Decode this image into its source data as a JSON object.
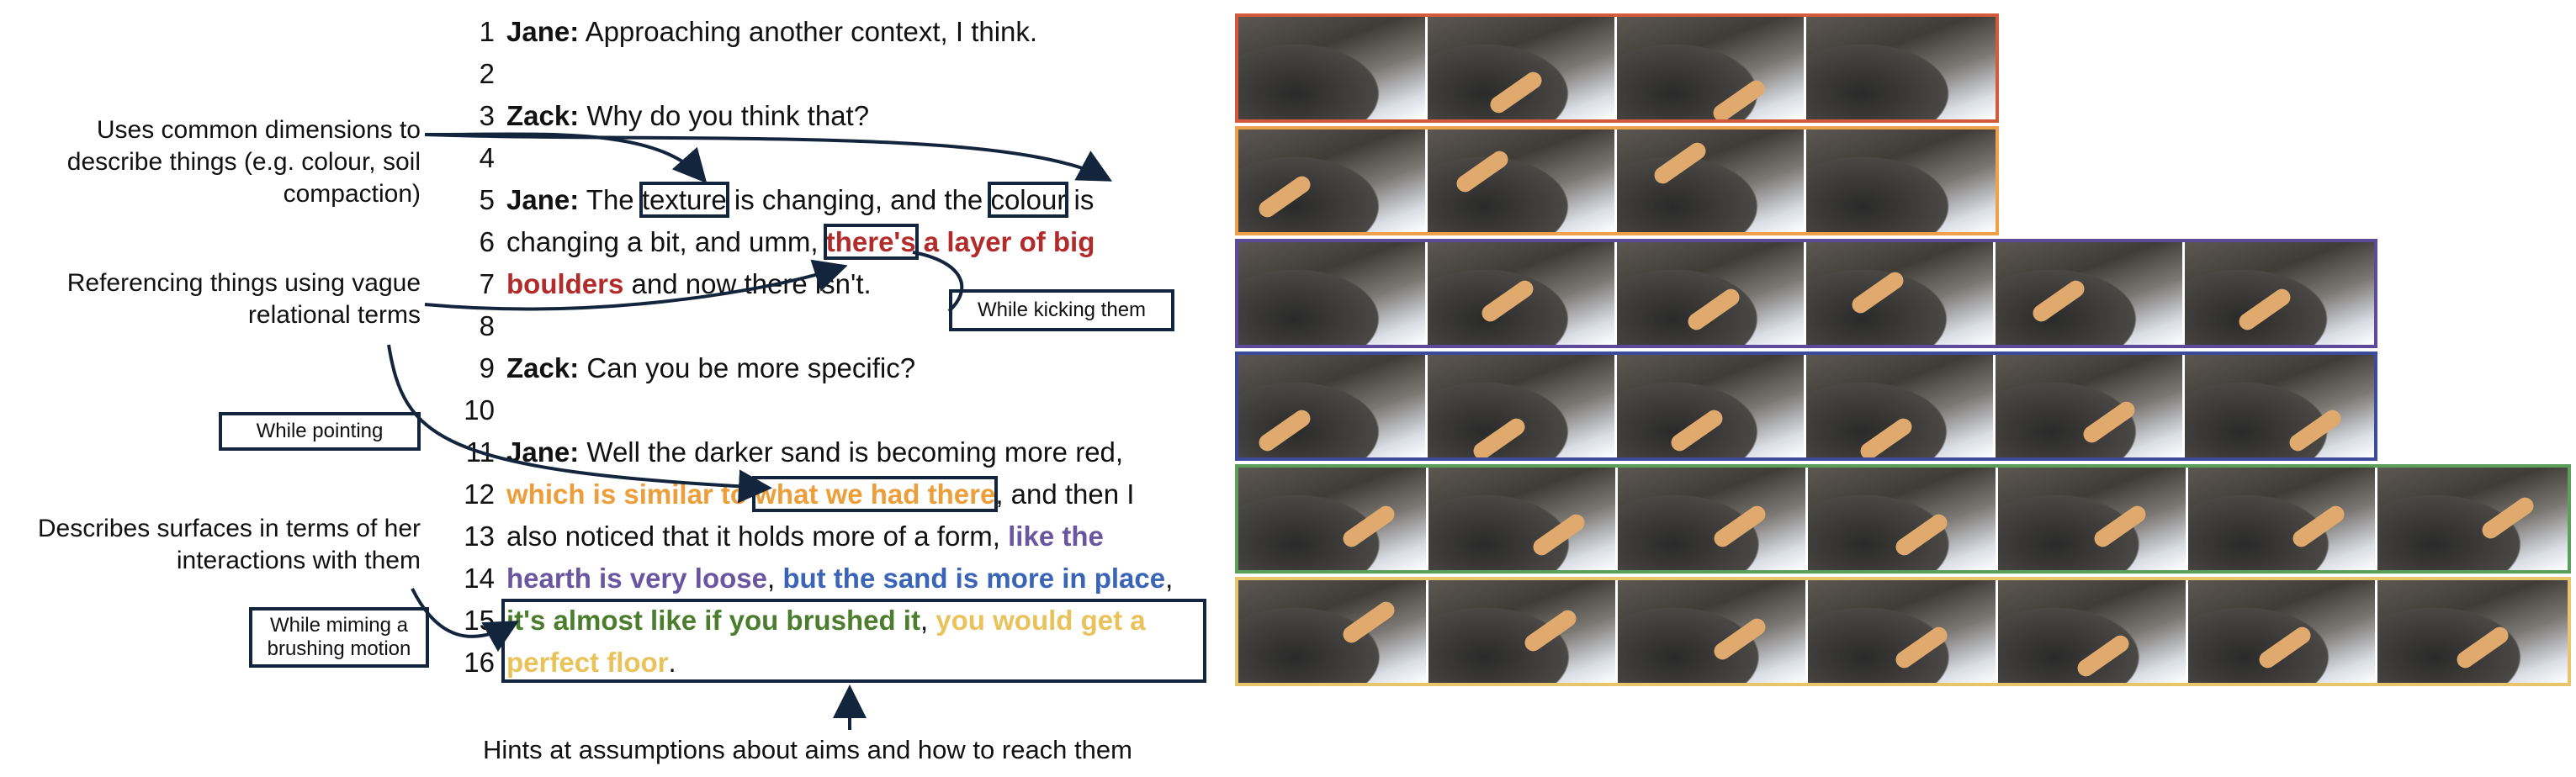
{
  "annotations": {
    "a1": "Uses common dimensions to describe things (e.g. colour, soil compaction)",
    "a2": "Referencing things using vague relational terms",
    "a3": "Describes surfaces in terms of her interactions with them"
  },
  "captions": {
    "kicking": "While kicking them",
    "pointing": "While pointing",
    "brushing": "While miming a brushing motion"
  },
  "footer": "Hints at assumptions about aims and how to reach them",
  "transcript": {
    "l1": {
      "n": "1",
      "speaker": "Jane:",
      "text": " Approaching another context, I think."
    },
    "l2": {
      "n": "2"
    },
    "l3": {
      "n": "3",
      "speaker": "Zack:",
      "text": " Why do you think that?"
    },
    "l4": {
      "n": "4"
    },
    "l5": {
      "n": "5",
      "speaker": "Jane:",
      "t1": " The ",
      "w1": "texture",
      "t2": " is changing, and the ",
      "w2": "colour",
      "t3": " is"
    },
    "l6": {
      "n": "6",
      "t1": "changing a bit, and umm, ",
      "w1": "there's",
      "w2": " a layer of big"
    },
    "l7": {
      "n": "7",
      "w1": "boulders",
      "t1": " and now there isn't."
    },
    "l8": {
      "n": "8"
    },
    "l9": {
      "n": "9",
      "speaker": "Zack:",
      "text": " Can you be more specific?"
    },
    "l10": {
      "n": "10"
    },
    "l11": {
      "n": "11",
      "speaker": "Jane:",
      "text": " Well the darker sand is becoming more red,"
    },
    "l12": {
      "n": "12",
      "w1": "which is similar to ",
      "w2": "what we had there",
      "t1": ", and then I"
    },
    "l13": {
      "n": "13",
      "t1": "also noticed that it holds more of a form, ",
      "w1": "like the"
    },
    "l14": {
      "n": "14",
      "w1": "hearth is very loose",
      "t1": ", ",
      "w2": "but the sand is more in place",
      "t2": ","
    },
    "l15": {
      "n": "15",
      "w1": "it's almost like if you brushed it",
      "t1": ", ",
      "w2": "you would get a"
    },
    "l16": {
      "n": "16",
      "w1": "perfect floor",
      "t1": "."
    }
  },
  "frame_rows": [
    {
      "color": "#d35a3a",
      "frames": 4
    },
    {
      "color": "#eea04a",
      "frames": 4
    },
    {
      "color": "#5b4b9a",
      "frames": 6
    },
    {
      "color": "#3b4a9a",
      "frames": 6
    },
    {
      "color": "#5aa05a",
      "frames": 7
    },
    {
      "color": "#e8c46a",
      "frames": 7
    }
  ]
}
